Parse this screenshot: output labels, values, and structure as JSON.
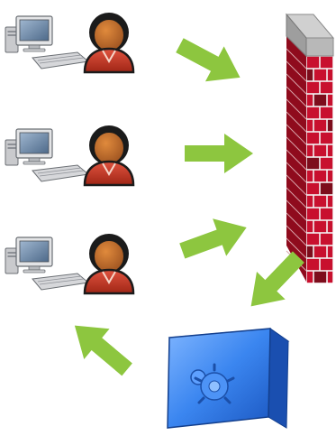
{
  "diagram": {
    "colors": {
      "background": "#ffffff",
      "arrow": "#8dc63f",
      "brick": "#c8102e",
      "mortar": "#f2f2f2",
      "wallCap": "#bdbdbd",
      "safe": "#2f7be0",
      "skinTone": "#b86a2c",
      "shirt": "#c23a2a",
      "computerBody": "#d9dadc",
      "monitorScreen": "#5f7b9a"
    },
    "nodes": [
      {
        "id": "workstation-1",
        "icon": "computer-user-icon"
      },
      {
        "id": "workstation-2",
        "icon": "computer-user-icon"
      },
      {
        "id": "workstation-3",
        "icon": "computer-user-icon"
      },
      {
        "id": "firewall",
        "icon": "brick-wall-icon"
      },
      {
        "id": "vault",
        "icon": "safe-icon"
      }
    ],
    "edges": [
      {
        "from": "workstation-1",
        "to": "firewall"
      },
      {
        "from": "workstation-2",
        "to": "firewall"
      },
      {
        "from": "workstation-3",
        "to": "firewall"
      },
      {
        "from": "firewall",
        "to": "vault"
      },
      {
        "from": "vault",
        "to": "workstation-3"
      }
    ]
  }
}
